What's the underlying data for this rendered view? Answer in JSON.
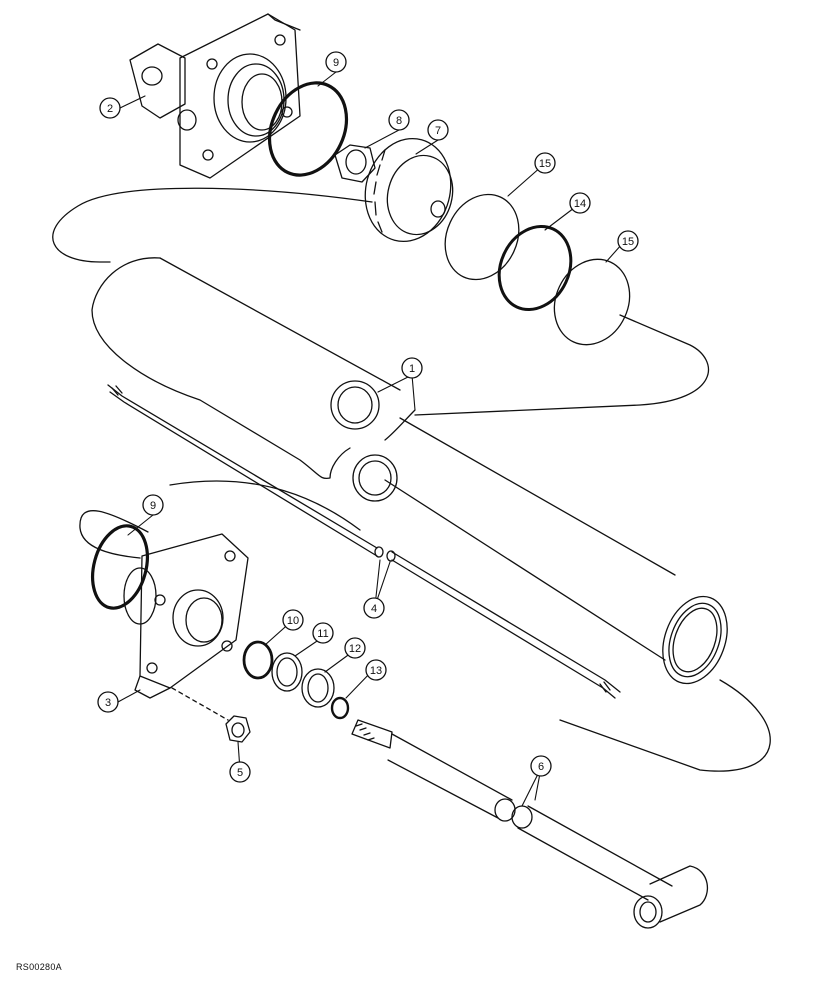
{
  "reference_code": "RS00280A",
  "callouts": {
    "c1": "1",
    "c2": "2",
    "c3": "3",
    "c4": "4",
    "c5": "5",
    "c6": "6",
    "c7": "7",
    "c8": "8",
    "c9a": "9",
    "c9b": "9",
    "c10": "10",
    "c11": "11",
    "c12": "12",
    "c13": "13",
    "c14": "14",
    "c15a": "15",
    "c15b": "15"
  }
}
